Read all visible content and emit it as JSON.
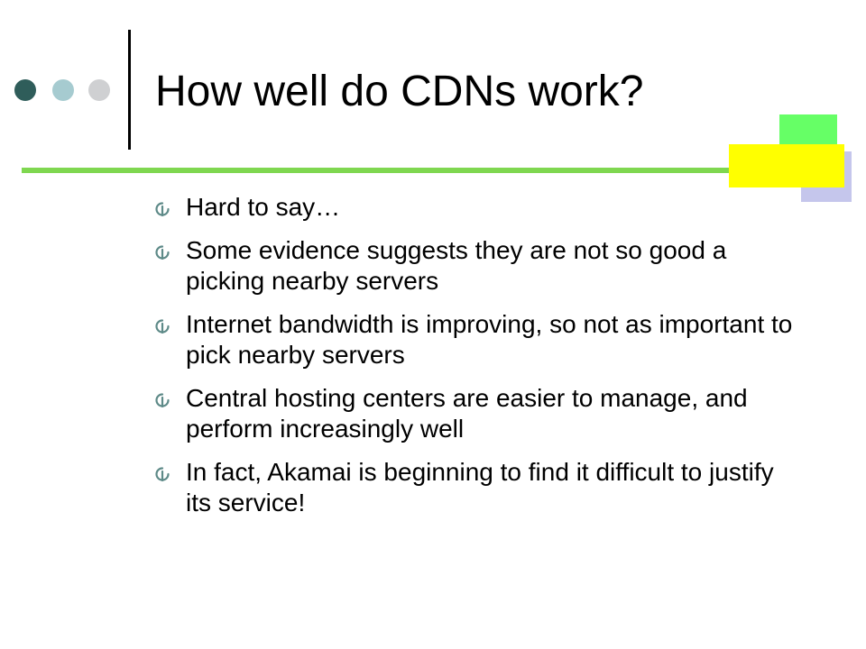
{
  "colors": {
    "dot_1": "#2f5d5a",
    "dot_2": "#a6cbd0",
    "dot_3": "#cfd0d2",
    "accent_green": "#66ff66",
    "accent_lavender": "#c5c6ec",
    "accent_yellow": "#ffff00",
    "rule_green": "#7fd750",
    "bullet_icon": "#5e8a88"
  },
  "slide": {
    "title": "How well do CDNs work?",
    "bullet_icon": "fleuron-icon",
    "bullets": [
      {
        "text": "Hard to say…"
      },
      {
        "text": "Some evidence suggests they are not so good a picking nearby servers"
      },
      {
        "text": "Internet bandwidth is improving, so not as important to pick nearby servers"
      },
      {
        "text": "Central hosting centers are easier to manage, and perform increasingly well"
      },
      {
        "text": "In fact, Akamai is beginning to find it difficult to justify its service!"
      }
    ]
  }
}
